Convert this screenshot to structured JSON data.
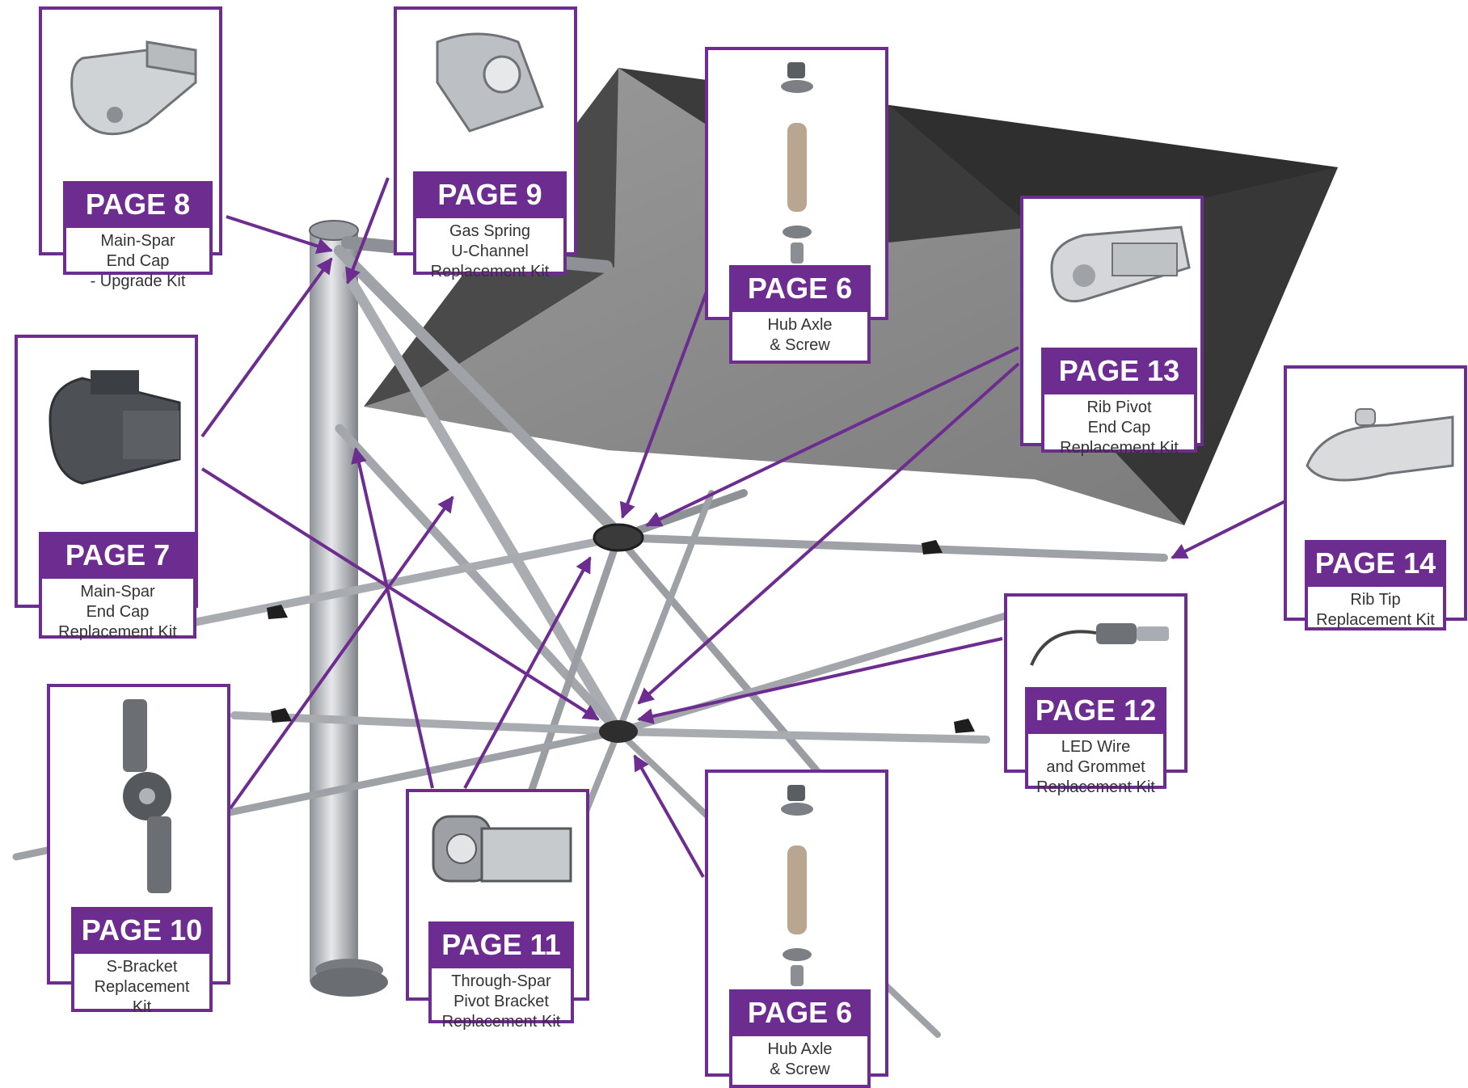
{
  "theme": {
    "accent": "#6d2c8f",
    "canopy": "#8a8a8a",
    "frame": "#b9bcc0"
  },
  "callouts": {
    "main_spar_upgrade": {
      "page": "PAGE 8",
      "lines": [
        "Main-Spar",
        "End Cap",
        "- Upgrade Kit"
      ],
      "icon": "end-cap-upgrade-part"
    },
    "gas_spring": {
      "page": "PAGE 9",
      "lines": [
        "Gas Spring",
        "U-Channel",
        "Replacement Kit"
      ],
      "icon": "u-channel-part"
    },
    "hub_axle_top": {
      "page": "PAGE 6",
      "lines": [
        "Hub Axle",
        "& Screw"
      ],
      "icon": "hub-axle-screw-part"
    },
    "rib_pivot": {
      "page": "PAGE 13",
      "lines": [
        "Rib Pivot",
        "End Cap",
        "Replacement Kit"
      ],
      "icon": "rib-pivot-end-cap-part"
    },
    "main_spar_end_cap": {
      "page": "PAGE 7",
      "lines": [
        "Main-Spar",
        "End Cap",
        "Replacement Kit"
      ],
      "icon": "main-spar-end-cap-part"
    },
    "rib_tip": {
      "page": "PAGE 14",
      "lines": [
        "Rib Tip",
        "Replacement Kit"
      ],
      "icon": "rib-tip-part"
    },
    "led_wire": {
      "page": "PAGE 12",
      "lines": [
        "LED Wire",
        "and Grommet",
        "Replacement Kit"
      ],
      "icon": "led-wire-part"
    },
    "s_bracket": {
      "page": "PAGE 10",
      "lines": [
        "S-Bracket",
        "Replacement",
        "Kit"
      ],
      "icon": "s-bracket-part"
    },
    "through_spar": {
      "page": "PAGE 11",
      "lines": [
        "Through-Spar",
        "Pivot Bracket",
        "Replacement Kit"
      ],
      "icon": "pivot-bracket-part"
    },
    "hub_axle_bottom": {
      "page": "PAGE 6",
      "lines": [
        "Hub Axle",
        "& Screw"
      ],
      "icon": "hub-axle-screw-part"
    }
  }
}
